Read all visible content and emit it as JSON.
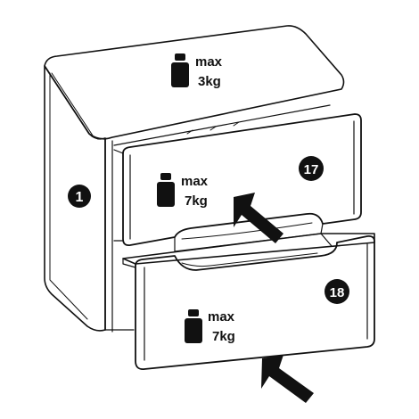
{
  "colors": {
    "line": "#111111",
    "fill": "#ffffff"
  },
  "callouts": {
    "cabinet": "1",
    "upper_drawer": "17",
    "lower_drawer": "18"
  },
  "load_limits": {
    "top": {
      "prefix": "max",
      "value": "3kg"
    },
    "upper_drawer": {
      "prefix": "max",
      "value": "7kg"
    },
    "lower_drawer": {
      "prefix": "max",
      "value": "7kg"
    }
  },
  "icons": {
    "weight": "weight-icon",
    "push_direction": "arrow-icon"
  }
}
